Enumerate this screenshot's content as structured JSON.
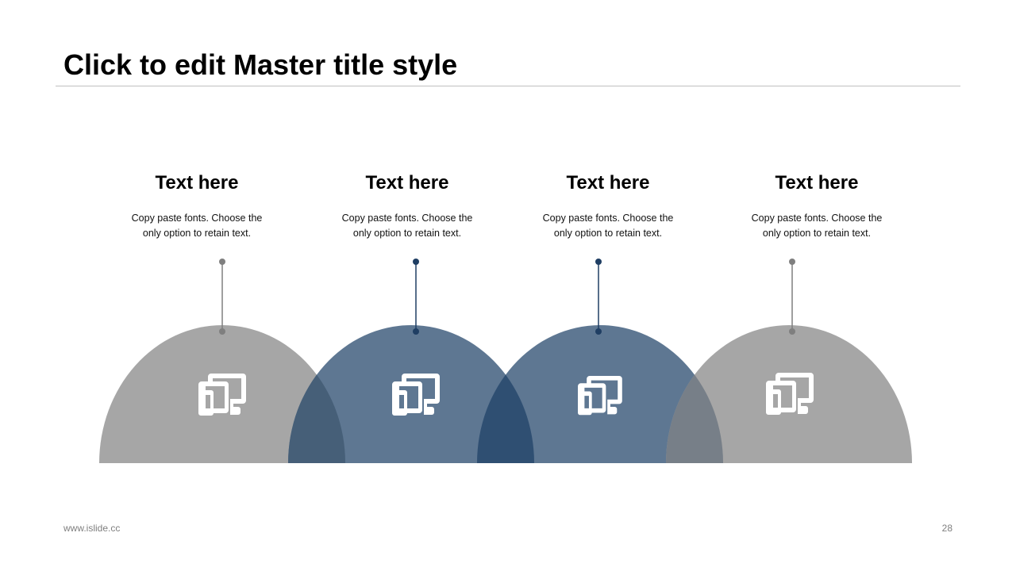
{
  "slide": {
    "title": "Click to edit Master title style",
    "footer_left": "www.islide.cc",
    "page_number": "28"
  },
  "colors": {
    "gray": "#a6a6a6",
    "blue": "#5e7792",
    "overlap_gray_blue": "#465f78",
    "overlap_blue_blue": "#2f4f72",
    "overlap_blue_gray": "#777f88",
    "pin_gray": "#7f7f7f",
    "pin_blue": "#1f3e63"
  },
  "items": [
    {
      "heading": "Text here",
      "description": "Copy paste fonts. Choose the only option to retain text.",
      "color": "gray",
      "icon": "devices-icon"
    },
    {
      "heading": "Text here",
      "description": "Copy paste fonts. Choose the only option to retain text.",
      "color": "blue",
      "icon": "devices-icon"
    },
    {
      "heading": "Text here",
      "description": "Copy paste fonts. Choose the only option to retain text.",
      "color": "blue",
      "icon": "devices-icon"
    },
    {
      "heading": "Text here",
      "description": "Copy paste fonts. Choose the only option to retain text.",
      "color": "gray",
      "icon": "devices-icon"
    }
  ]
}
